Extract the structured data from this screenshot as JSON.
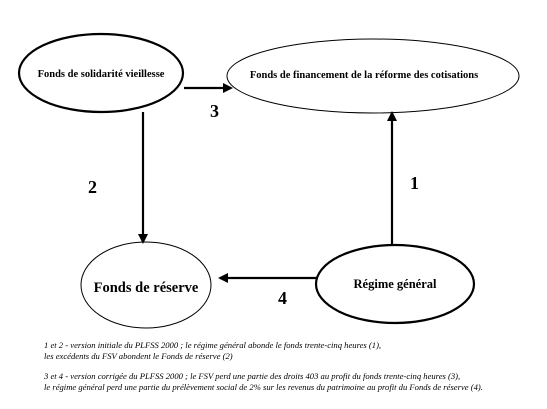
{
  "nodes": {
    "fsv": "Fonds de solidarité vieillesse",
    "ffrc": "Fonds de financement de la réforme des cotisations",
    "reserve": "Fonds de réserve",
    "regime": "Régime général"
  },
  "edges": {
    "one": "1",
    "two": "2",
    "three": "3",
    "four": "4"
  },
  "notes": {
    "note1_line1": "1 et 2 - version initiale du PLFSS 2000 ; le régime général abonde le fonds trente-cinq heures (1),",
    "note1_line2": "les excédents du FSV abondent le Fonds de réserve (2)",
    "note2_line1": "3 et 4 - version corrigée du PLFSS 2000 ; le FSV perd une partie des droits 403 au profit du fonds trente-cinq heures (3),",
    "note2_line2": "le régime général perd une partie du prélèvement social de 2% sur les revenus du patrimoine au profit du Fonds de réserve (4)."
  }
}
